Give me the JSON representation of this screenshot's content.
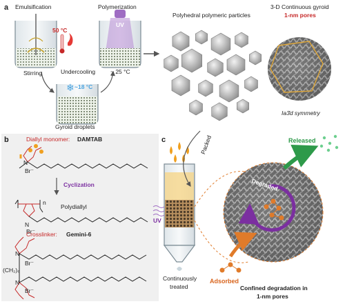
{
  "panel_a": {
    "label": "a",
    "emulsification": "Emulsification",
    "polymerization": "Polymerization",
    "particles_title": "Polyhedral polymeric particles",
    "gyroid_title": "3-D Continuous gyroid",
    "pores": "1-nm pores",
    "temp_hot": "50 °C",
    "uv": "UV",
    "stirring": "Stirring",
    "undercooling": "Undercooling",
    "temp_cold": "~18 °C",
    "temp_room": "~ 25 °C",
    "droplets": "Gyroid droplets",
    "symmetry": "Ia3̄d symmetry"
  },
  "panel_b": {
    "label": "b",
    "monomer_prefix": "Diallyl monomer:",
    "monomer_name": "DAMTAB",
    "cyclization": "Cyclization",
    "polydiallyl": "Polydiallyl",
    "crosslinker_prefix": "Crosslinker:",
    "crosslinker_name": "Gemini-6",
    "n_plus": "N",
    "br": "Br⁻",
    "n_sub": "n",
    "ch2": "(CH₂)₆"
  },
  "panel_c": {
    "label": "c",
    "packed": "Packed",
    "uv": "UV",
    "released": "Released",
    "degraded": "Degraded",
    "adsorbed": "Adsorbed",
    "continuously": "Continuously",
    "treated": "treated",
    "confined_1": "Confined degradation in",
    "confined_2": "1-nm pores"
  },
  "colors": {
    "red": "#c62828",
    "purple": "#7b2fa0",
    "green": "#2e9a4a",
    "orange": "#e07b2a",
    "blue": "#4aa3df"
  }
}
